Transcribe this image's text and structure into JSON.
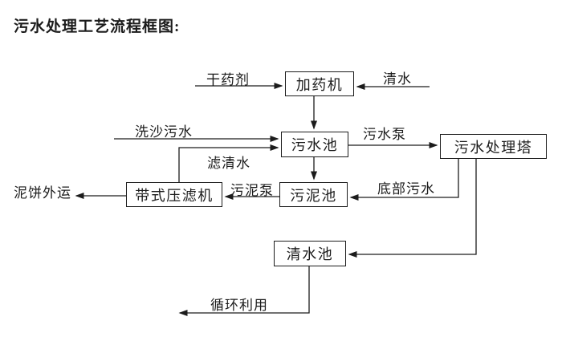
{
  "title": "污水处理工艺流程框图:",
  "nodes": {
    "dosing_machine": "加药机",
    "sewage_pool": "污水池",
    "treatment_tower": "污水处理塔",
    "sludge_pool": "污泥池",
    "belt_filter_press": "带式压滤机",
    "clear_water_pool": "清水池"
  },
  "edge_labels": {
    "dry_agent": "干药剂",
    "clear_water": "清水",
    "sand_washing_sewage": "洗沙污水",
    "sewage_pump": "污水泵",
    "filtered_water": "滤清水",
    "sludge_pump": "污泥泵",
    "bottom_sewage": "底部污水",
    "mud_cake_out": "泥饼外运",
    "recycle": "循环利用"
  },
  "colors": {
    "line": "#1c1c1c",
    "background": "#ffffff"
  }
}
